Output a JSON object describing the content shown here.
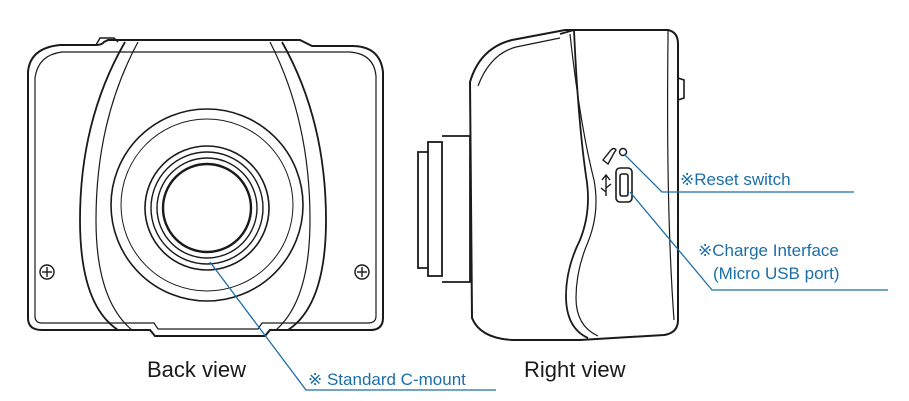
{
  "views": {
    "back": {
      "title": "Back view"
    },
    "right": {
      "title": "Right view"
    }
  },
  "callouts": {
    "c_mount": "※ Standard C-mount",
    "reset": "※Reset switch",
    "charge_line1": "※Charge Interface",
    "charge_line2": "(Micro USB port)"
  },
  "colors": {
    "outline": "#1a1a1a",
    "callout": "#1b6fa8"
  }
}
